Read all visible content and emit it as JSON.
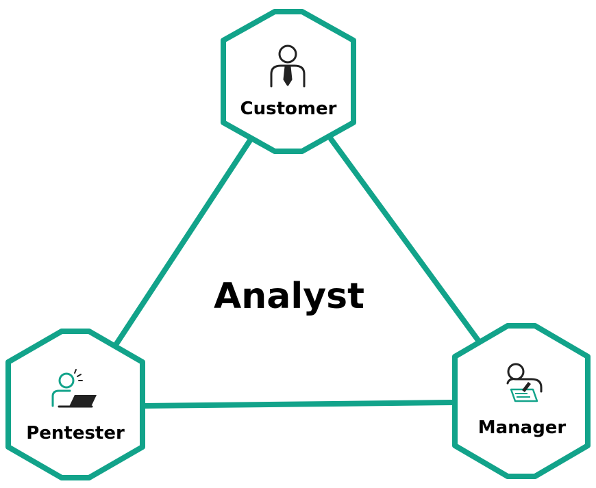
{
  "colors": {
    "accent": "#12A38A",
    "icon_dark": "#222222",
    "background": "#ffffff"
  },
  "center": {
    "label": "Analyst"
  },
  "nodes": {
    "customer": {
      "label": "Customer",
      "icon": "person-with-tie-icon"
    },
    "pentester": {
      "label": "Pentester",
      "icon": "person-at-laptop-icon"
    },
    "manager": {
      "label": "Manager",
      "icon": "person-writing-document-icon"
    }
  }
}
